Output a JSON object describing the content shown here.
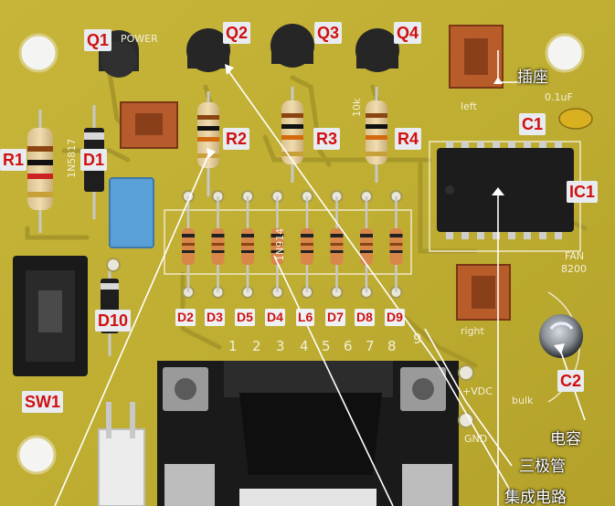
{
  "labels": {
    "Q1": "Q1",
    "Q2": "Q2",
    "Q3": "Q3",
    "Q4": "Q4",
    "R1": "R1",
    "R2": "R2",
    "R3": "R3",
    "R4": "R4",
    "D1": "D1",
    "D10": "D10",
    "IC1": "IC1",
    "C1": "C1",
    "C2": "C2",
    "SW1": "SW1",
    "D2": "D2",
    "D3": "D3",
    "D5": "D5",
    "D4": "D4",
    "L6": "L6",
    "D7": "D7",
    "D8": "D8",
    "D9": "D9"
  },
  "silkscreen": {
    "power": "POWER",
    "in5817": "1N5817",
    "in914": "1N914",
    "r10k": "10k",
    "cap": "0.1uF",
    "left": "left",
    "right": "right",
    "fan": "FAN",
    "n8200": "8200",
    "bulk": "bulk",
    "vdc": "+VDC",
    "gnd": "GND",
    "pins": [
      "1",
      "2",
      "3",
      "4",
      "5",
      "6",
      "7",
      "8",
      "9"
    ]
  },
  "annotations": {
    "socket": "插座",
    "capacitor": "电容",
    "transistor": "三极管",
    "ic": "集成电路"
  }
}
